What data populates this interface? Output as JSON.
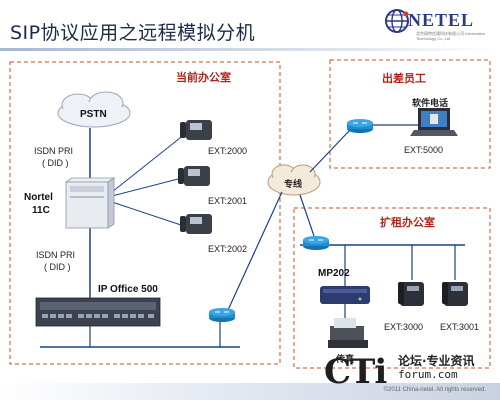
{
  "header": {
    "title": "SIP协议应用之远程模拟分机",
    "logo_text": "NETEL",
    "logo_subtitle": "北京网特信通科技有限公司 Information Technology Co.,Ltd",
    "copyright": "©2011 China-netel. All rights reserved."
  },
  "boxes": {
    "office": "当前办公室",
    "traveler": "出差员工",
    "branch": "扩租办公室"
  },
  "labels": {
    "pstn": "PSTN",
    "isdn1_line1": "ISDN PRI",
    "isdn1_line2": "( DID )",
    "nortel_line1": "Nortel",
    "nortel_line2": "11C",
    "isdn2_line1": "ISDN PRI",
    "isdn2_line2": "( DID )",
    "ip_office": "IP Office 500",
    "ext2000": "EXT:2000",
    "ext2001": "EXT:2001",
    "ext2002": "EXT:2002",
    "leased_line": "专线",
    "softphone": "软件电话",
    "ext5000": "EXT:5000",
    "mp202": "MP202",
    "fax": "传真",
    "ext3000": "EXT:3000",
    "ext3001": "EXT:3001"
  },
  "watermark": {
    "cti": "CTi",
    "line1": "论坛·专业资讯",
    "line2": "forum.com"
  },
  "colors": {
    "accent_red": "#b0241c",
    "dashed_border": "#c7502a",
    "router_blue": "#1d8fd1",
    "line_blue": "#1c3f8c"
  }
}
